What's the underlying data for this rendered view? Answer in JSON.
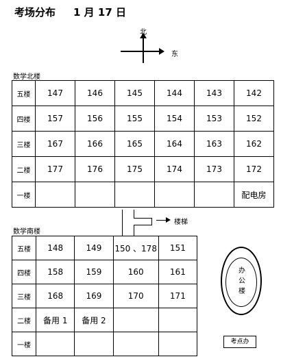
{
  "header": {
    "title": "考场分布",
    "date": "1 月 17 日"
  },
  "compass": {
    "north": "北",
    "east": "东"
  },
  "north_building": {
    "name": "数学北楼",
    "floors": [
      {
        "label": "五楼",
        "rooms": [
          "147",
          "146",
          "145",
          "144",
          "143",
          "142"
        ]
      },
      {
        "label": "四楼",
        "rooms": [
          "157",
          "156",
          "155",
          "154",
          "153",
          "152"
        ]
      },
      {
        "label": "三楼",
        "rooms": [
          "167",
          "166",
          "165",
          "164",
          "163",
          "162"
        ]
      },
      {
        "label": "二楼",
        "rooms": [
          "177",
          "176",
          "175",
          "174",
          "173",
          "172"
        ]
      },
      {
        "label": "一楼",
        "rooms": [
          "",
          "",
          "",
          "",
          "",
          "配电房"
        ]
      }
    ]
  },
  "stairs": {
    "label": "楼梯"
  },
  "south_building": {
    "name": "数学南楼",
    "floors": [
      {
        "label": "五楼",
        "rooms": [
          "148",
          "149",
          "150 、178",
          "151"
        ]
      },
      {
        "label": "四楼",
        "rooms": [
          "158",
          "159",
          "160",
          "161"
        ]
      },
      {
        "label": "三楼",
        "rooms": [
          "168",
          "169",
          "170",
          "171"
        ]
      },
      {
        "label": "二楼",
        "rooms": [
          "备用 1",
          "备用 2",
          "",
          ""
        ]
      },
      {
        "label": "一楼",
        "rooms": [
          "",
          "",
          "",
          ""
        ]
      }
    ]
  },
  "office_building": {
    "label": "办公楼"
  },
  "exam_office": {
    "label": "考点办"
  }
}
